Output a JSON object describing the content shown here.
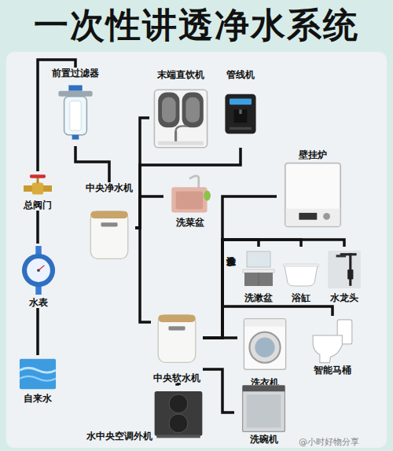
{
  "diagram": {
    "title": "一次性讲透净水系统",
    "nodes": [
      {
        "text": [
          "前置过滤器"
        ]
      },
      {
        "text": [
          "末端直饮机"
        ]
      },
      {
        "text": [
          "管线机"
        ]
      },
      {
        "text": [
          "壁挂炉"
        ]
      },
      {
        "text": [
          "总阀门"
        ]
      },
      {
        "text": [
          "中央净水机"
        ]
      },
      {
        "text": [
          "洗菜盆"
        ]
      },
      {
        "text": [
          "洗漱盆"
        ]
      },
      {
        "text": [
          "浴缸"
        ]
      },
      {
        "text": [
          "水龙头"
        ]
      },
      {
        "text": [
          "水表"
        ]
      },
      {
        "text": [
          "中央软水机"
        ]
      },
      {
        "text": [
          "洗衣机"
        ]
      },
      {
        "text": [
          "智能马桶"
        ]
      },
      {
        "text": [
          "自来水"
        ]
      },
      {
        "text": [
          "水中央空调外机"
        ]
      },
      {
        "text": [
          "洗碗机"
        ]
      }
    ],
    "edges": [
      {
        "from": 14,
        "to": 10,
        "arrow": "none"
      },
      {
        "from": 10,
        "to": 4,
        "arrow": "none"
      },
      {
        "from": 4,
        "to": 0,
        "arrow": "none"
      },
      {
        "from": 0,
        "to": 5,
        "arrow": "none"
      },
      {
        "from": 5,
        "to": 1,
        "arrow": "none"
      },
      {
        "from": 5,
        "to": 2,
        "arrow": "none"
      },
      {
        "from": 5,
        "to": 6,
        "arrow": "none"
      },
      {
        "from": 5,
        "to": 11,
        "arrow": "none"
      },
      {
        "from": 11,
        "to": 3,
        "arrow": "none"
      },
      {
        "from": 11,
        "to": 7,
        "arrow": "none"
      },
      {
        "from": 11,
        "to": 8,
        "arrow": "none"
      },
      {
        "from": 11,
        "to": 9,
        "arrow": "none"
      },
      {
        "from": 11,
        "to": 12,
        "arrow": "none"
      },
      {
        "from": 11,
        "to": 13,
        "arrow": "none"
      },
      {
        "from": 11,
        "to": 15,
        "arrow": "none"
      },
      {
        "from": 11,
        "to": 16,
        "arrow": "none"
      }
    ],
    "labels": [
      "涉水设备",
      "@小时好物分享"
    ]
  }
}
